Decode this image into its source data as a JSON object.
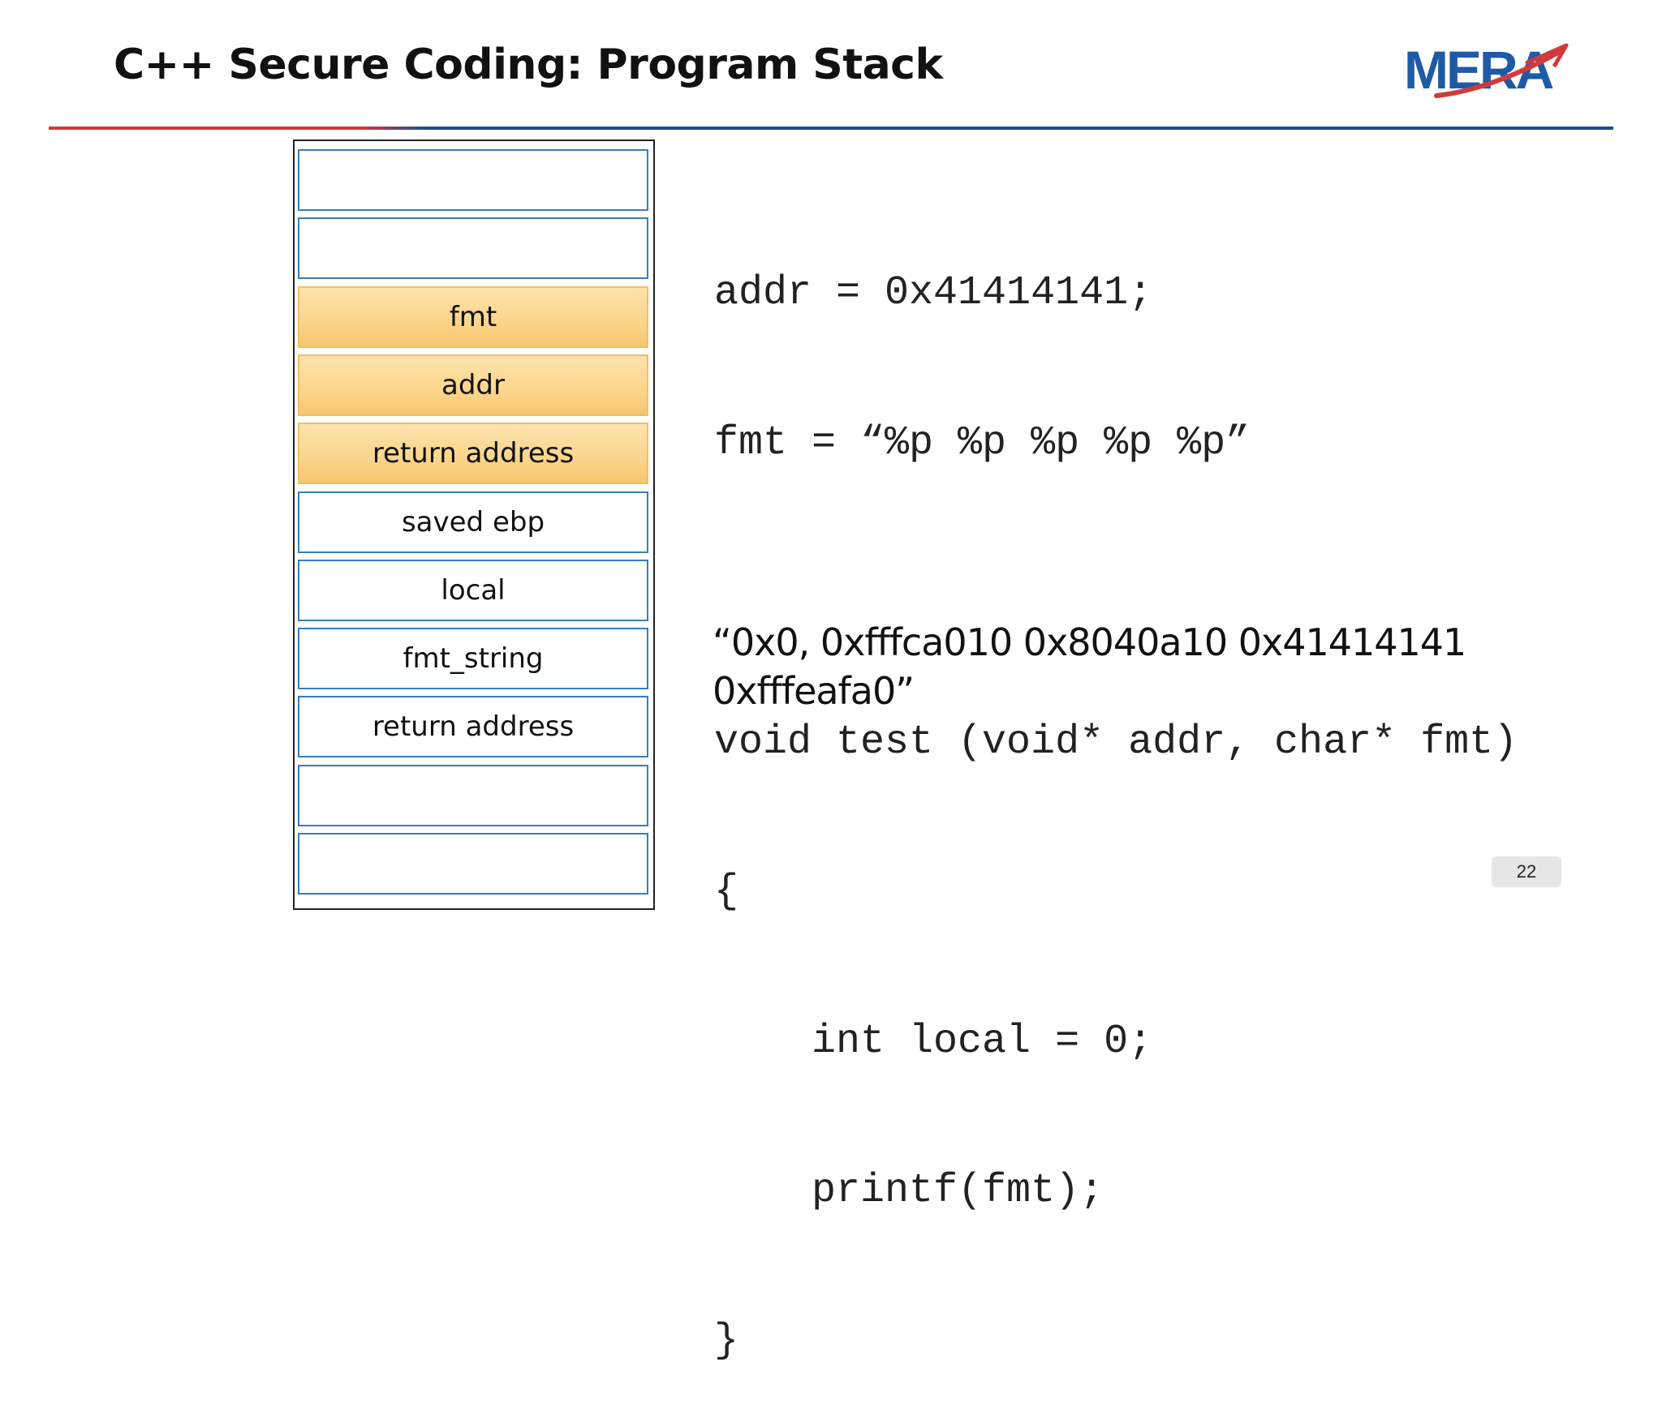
{
  "slide": {
    "title": "C++ Secure Coding: Program Stack",
    "logo_text": "MERA",
    "page_number": "22",
    "colors": {
      "rule_left": "#d23a3a",
      "rule_right": "#1b4f8f",
      "slot_border": "#3a7dbd",
      "slot_highlight": "#fbd58a",
      "logo": "#1f5aa6"
    }
  },
  "stack": {
    "slots": [
      {
        "label": "",
        "highlighted": false
      },
      {
        "label": "",
        "highlighted": false
      },
      {
        "label": "fmt",
        "highlighted": true
      },
      {
        "label": "addr",
        "highlighted": true
      },
      {
        "label": "return address",
        "highlighted": true
      },
      {
        "label": "saved ebp",
        "highlighted": false
      },
      {
        "label": "local",
        "highlighted": false
      },
      {
        "label": "fmt_string",
        "highlighted": false
      },
      {
        "label": "return address",
        "highlighted": false
      },
      {
        "label": "",
        "highlighted": false
      },
      {
        "label": "",
        "highlighted": false
      }
    ]
  },
  "code": {
    "lines": [
      "addr = 0x41414141;",
      "fmt = “%p %p %p %p %p”",
      "",
      "void test (void* addr, char* fmt)",
      "{",
      "    int local = 0;",
      "    printf(fmt);",
      "}"
    ]
  },
  "output": {
    "line1": "“0x0, 0xfffca010 0x8040a10 0x41414141",
    "line2": "0xfffeafa0”"
  }
}
